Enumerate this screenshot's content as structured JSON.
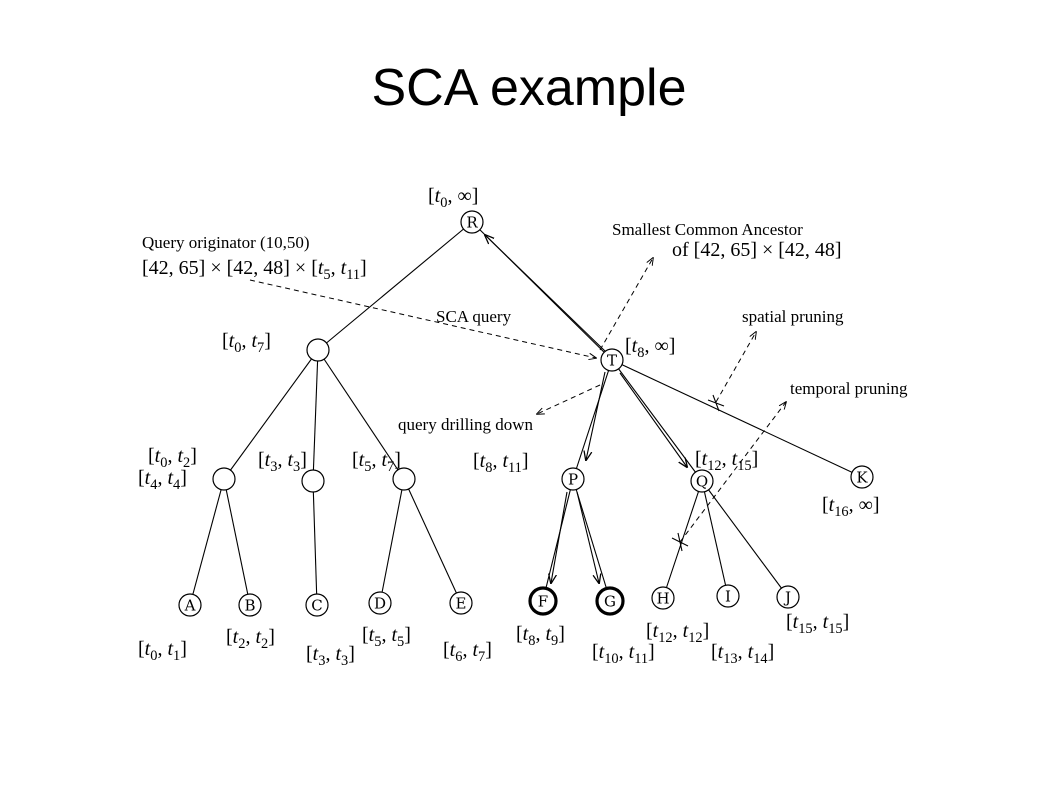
{
  "slide": {
    "title": "SCA example"
  },
  "diagram": {
    "nodes": {
      "R": "R",
      "T": "T",
      "P": "P",
      "Q": "Q",
      "K": "K",
      "A": "A",
      "B": "B",
      "C": "C",
      "D": "D",
      "E": "E",
      "F": "F",
      "G": "G",
      "H": "H",
      "I": "I",
      "J": "J"
    },
    "intervals": {
      "R": "[t0, ∞]",
      "N1": "[t0, t7]",
      "T": "[t8, ∞]",
      "N2a": "[t0, t2]",
      "N2b": "[t4, t4]",
      "N3": "[t3, t3]",
      "N4": "[t5, t7]",
      "P": "[t8, t11]",
      "Q": "[t12, t15]",
      "K": "[t16, ∞]",
      "A": "[t0, t1]",
      "B": "[t2, t2]",
      "C": "[t3, t3]",
      "D": "[t5, t5]",
      "E": "[t6, t7]",
      "F": "[t8, t9]",
      "G": "[t10, t11]",
      "H": "[t12, t12]",
      "I": "[t13, t14]",
      "J": "[t15, t15]"
    },
    "annotations": {
      "query_originator": "Query originator (10,50)",
      "query_region": "[42, 65] × [42, 48] × [t5, t11]",
      "sca_title": "Smallest Common Ancestor",
      "sca_region": "of  [42, 65] × [42, 48]",
      "sca_query": "SCA query",
      "spatial_pruning": "spatial pruning",
      "temporal_pruning": "temporal pruning",
      "query_drilling": "query drilling down"
    }
  }
}
